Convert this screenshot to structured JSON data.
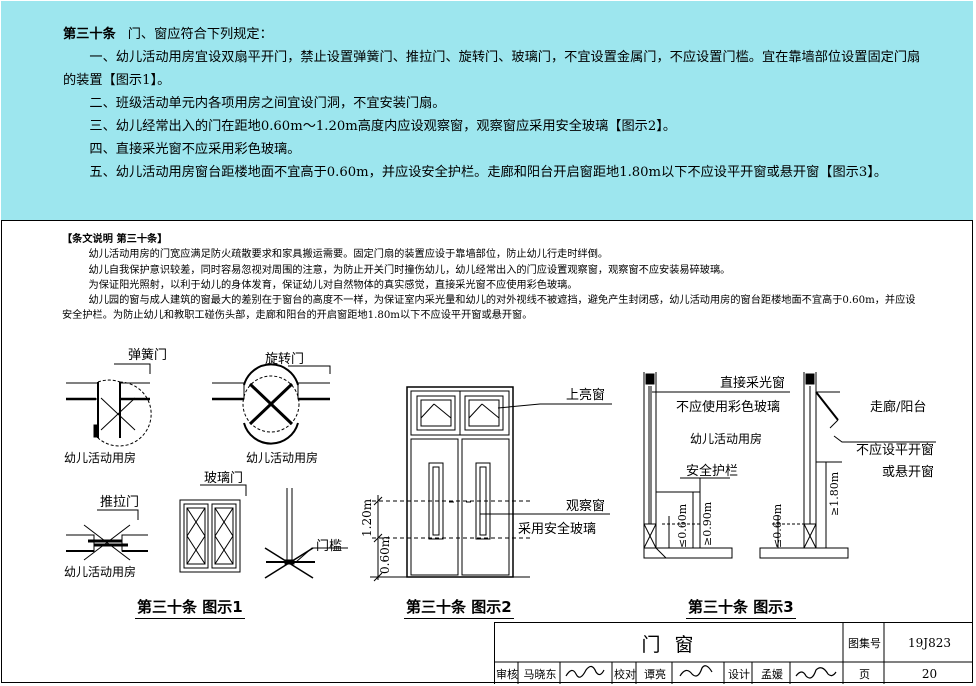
{
  "clause": {
    "title": "第三十条",
    "intro": "门、窗应符合下列规定：",
    "items": [
      "一、幼儿活动用房宜设双扇平开门，禁止设置弹簧门、推拉门、旋转门、玻璃门，不宜设置金属门，不应设置门槛。宜在靠墙部位设置固定门扇的装置【图示1】。",
      "二、班级活动单元内各项用房之间宜设门洞，不宜安装门扇。",
      "三、幼儿经常出入的门在距地0.60m～1.20m高度内应设观察窗，观察窗应采用安全玻璃【图示2】。",
      "四、直接采光窗不应采用彩色玻璃。",
      "五、幼儿活动用房窗台距楼地面不宜高于0.60m，并应设安全护栏。走廊和阳台开启窗距地1.80m以下不应设平开窗或悬开窗【图示3】。"
    ]
  },
  "explanation": {
    "heading": "【条文说明 第三十条】",
    "paragraphs": [
      "幼儿活动用房的门宽应满足防火疏散要求和家具搬运需要。固定门扇的装置应设于靠墙部位，防止幼儿行走时绊倒。",
      "幼儿自我保护意识较差，同时容易忽视对周围的注意，为防止开关门时撞伤幼儿，幼儿经常出入的门应设置观察窗，观察窗不应安装易碎玻璃。",
      "为保证阳光照射，以利于幼儿的身体发育，保证幼儿对自然物体的真实感觉，直接采光窗不应使用彩色玻璃。",
      "幼儿园的窗与成人建筑的窗最大的差别在于窗台的高度不一样，为保证室内采光量和幼儿的对外视线不被遮挡，避免产生封闭感，幼儿活动用房的窗台距楼地面不宜高于0.60m，并应设安全护栏。为防止幼儿和教职工碰伤头部，走廊和阳台的开启窗距地1.80m以下不应设平开窗或悬开窗。"
    ]
  },
  "figure1": {
    "caption": "第三十条  图示1",
    "spring_door": "弹簧门",
    "revolving_door": "旋转门",
    "sliding_door": "推拉门",
    "glass_door": "玻璃门",
    "threshold": "门槛",
    "room_label_1": "幼儿活动用房",
    "room_label_2": "幼儿活动用房",
    "room_label_3": "幼儿活动用房"
  },
  "figure2": {
    "caption": "第三十条  图示2",
    "transom": "上亮窗",
    "viewing_window": "观察窗",
    "safety_glass": "采用安全玻璃",
    "dim_top": "1.20m",
    "dim_bottom": "0.60m"
  },
  "figure3": {
    "caption": "第三十条  图示3",
    "direct_window": "直接采光窗",
    "no_color_glass": "不应使用彩色玻璃",
    "corridor": "走廊/阳台",
    "room": "幼儿活动用房",
    "no_casement": "不应设平开窗",
    "or_hung": "或悬开窗",
    "guardrail": "安全护栏",
    "dim_sill": "≤0.60m",
    "dim_rail": "≥0.90m",
    "dim_sill2": "≤0.60m",
    "dim_high": "≥1.80m"
  },
  "title_block": {
    "title": "门  窗",
    "atlas_label": "图集号",
    "atlas_no": "19J823",
    "review_label": "审核",
    "reviewer": "马晓东",
    "check_label": "校对",
    "checker": "谭亮",
    "design_label": "设计",
    "designer": "孟媛",
    "page_label": "页",
    "page_no": "20"
  }
}
